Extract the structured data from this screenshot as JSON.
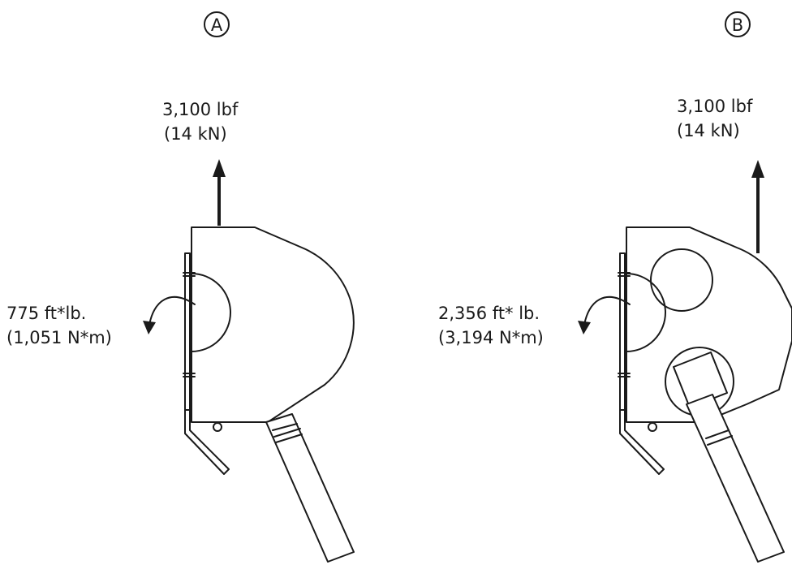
{
  "panels": [
    {
      "badge": "A",
      "force_line1": "3,100 lbf",
      "force_line2": "(14 kN)",
      "moment_line1": "775 ft*lb.",
      "moment_line2": "(1,051 N*m)"
    },
    {
      "badge": "B",
      "force_line1": "3,100 lbf",
      "force_line2": "(14 kN)",
      "moment_line1": "2,356 ft* lb.",
      "moment_line2": "(3,194 N*m)"
    }
  ],
  "colors": {
    "ink": "#1a1a1a",
    "background": "#ffffff"
  }
}
